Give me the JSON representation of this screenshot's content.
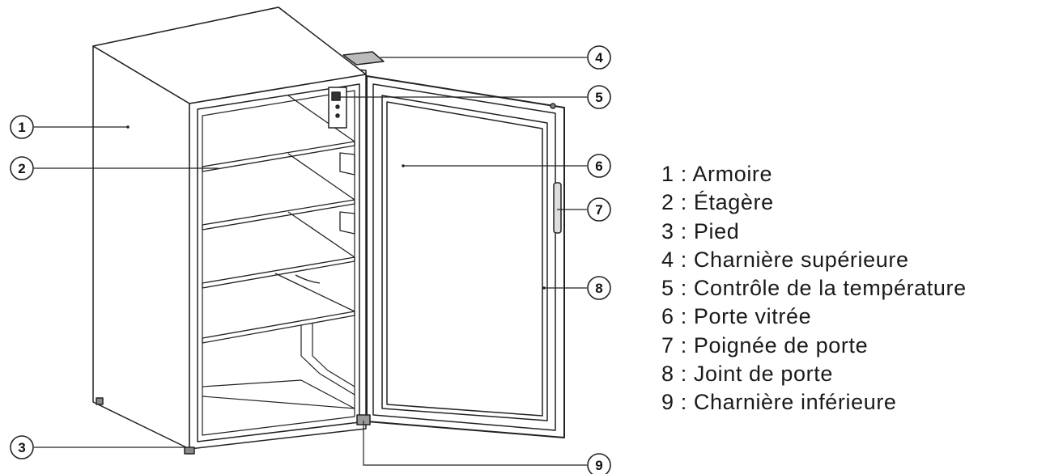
{
  "callouts": [
    {
      "number": "1"
    },
    {
      "number": "2"
    },
    {
      "number": "3"
    },
    {
      "number": "4"
    },
    {
      "number": "5"
    },
    {
      "number": "6"
    },
    {
      "number": "7"
    },
    {
      "number": "8"
    },
    {
      "number": "9"
    }
  ],
  "legend": [
    "1 : Armoire",
    "2 : Étagère",
    "3 : Pied",
    "4 : Charnière supérieure",
    "5 : Contrôle de la température",
    "6 : Porte vitrée",
    "7 : Poignée de porte",
    "8 : Joint de porte",
    "9 : Charnière inférieure"
  ]
}
